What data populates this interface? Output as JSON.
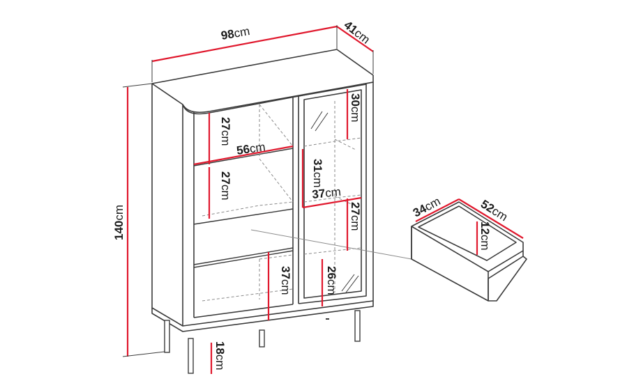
{
  "dimensions": {
    "width": {
      "value": "98",
      "unit": "cm"
    },
    "depth": {
      "value": "41",
      "unit": "cm"
    },
    "height": {
      "value": "140",
      "unit": "cm"
    },
    "shelf_left_top": {
      "value": "27",
      "unit": "cm"
    },
    "shelf_left_middle": {
      "value": "27",
      "unit": "cm"
    },
    "inner_width_left": {
      "value": "56",
      "unit": "cm"
    },
    "left_bottom_compartment": {
      "value": "37",
      "unit": "cm"
    },
    "glass_top": {
      "value": "30",
      "unit": "cm"
    },
    "glass_second": {
      "value": "31",
      "unit": "cm"
    },
    "inner_width_right": {
      "value": "37",
      "unit": "cm"
    },
    "glass_third": {
      "value": "27",
      "unit": "cm"
    },
    "glass_bottom": {
      "value": "26",
      "unit": "cm"
    },
    "leg_height": {
      "value": "18",
      "unit": "cm"
    },
    "drawer_depth": {
      "value": "34",
      "unit": "cm"
    },
    "drawer_width": {
      "value": "52",
      "unit": "cm"
    },
    "drawer_height": {
      "value": "12",
      "unit": "cm"
    }
  },
  "colors": {
    "outline": "#3a3a3a",
    "dimension_line": "#e0182d",
    "hidden_line": "#8a8a8a",
    "text": "#1a1a1a"
  }
}
